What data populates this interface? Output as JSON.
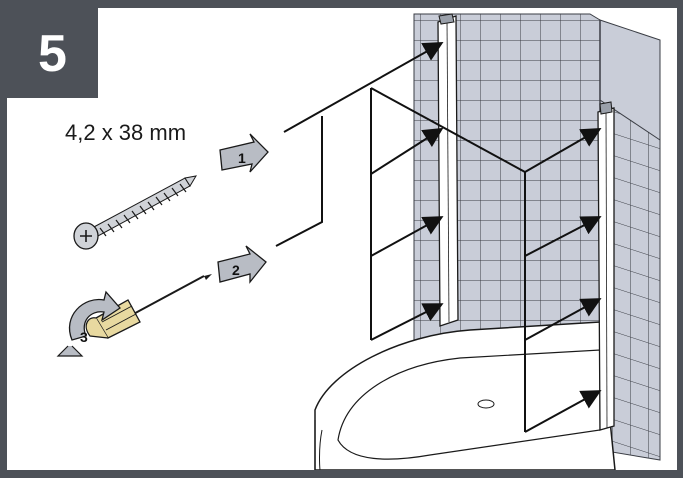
{
  "step": {
    "number": "5"
  },
  "screw": {
    "spec": "4,2 x 38 mm"
  },
  "callouts": {
    "one": "1",
    "two": "2",
    "three": "3"
  },
  "colors": {
    "frame": "#4d5158",
    "tile_fill": "#c9cdd8",
    "tile_line": "#3a3d44",
    "screwdriver_handle": "#e8d9a0",
    "callout_arrow": "#b8bcc4"
  },
  "icons": [
    "screw-icon",
    "screwdriver-icon",
    "rotate-arrow-icon",
    "callout-arrow-icon"
  ]
}
